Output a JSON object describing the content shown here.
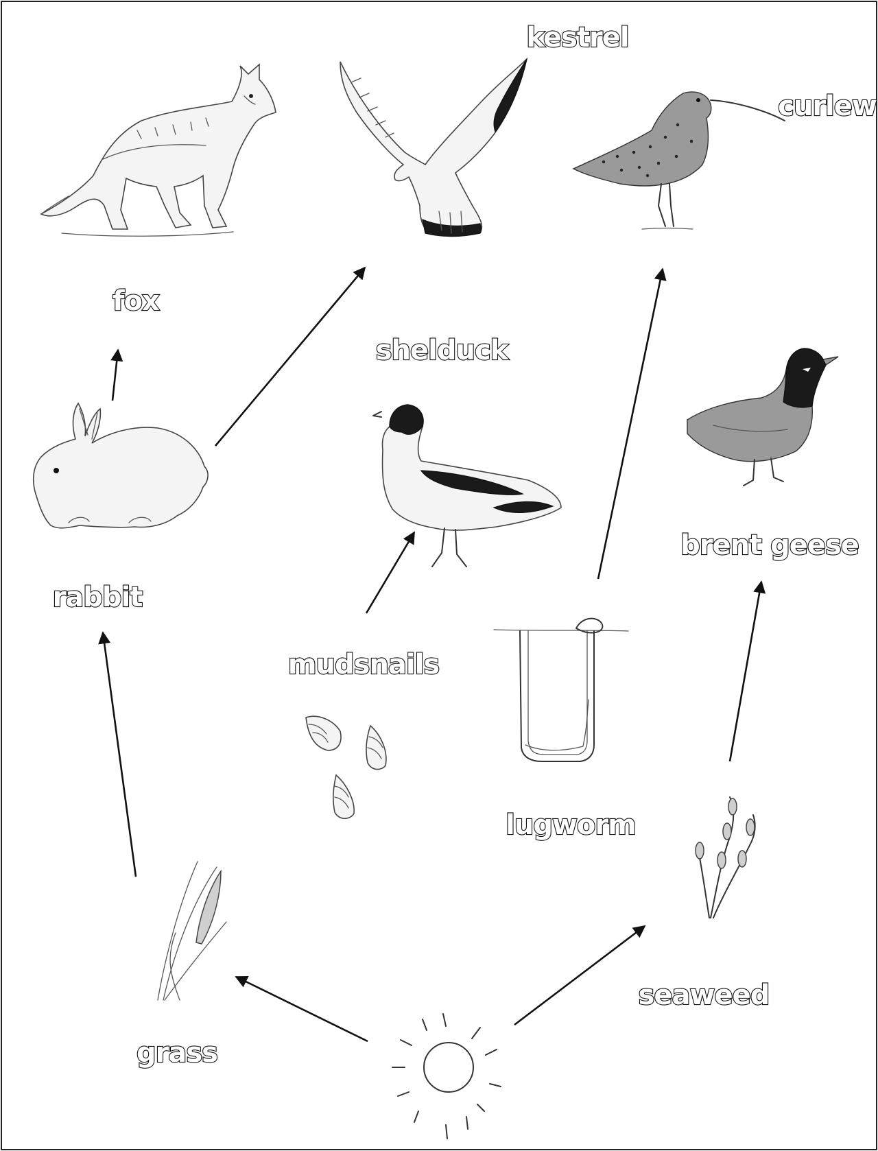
{
  "organisms": [
    {
      "id": "kestrel",
      "label": "kestrel"
    },
    {
      "id": "curlew",
      "label": "curlew"
    },
    {
      "id": "fox",
      "label": "fox"
    },
    {
      "id": "shelduck",
      "label": "shelduck"
    },
    {
      "id": "brent-geese",
      "label": "brent geese"
    },
    {
      "id": "rabbit",
      "label": "rabbit"
    },
    {
      "id": "mudsnails",
      "label": "mudsnails"
    },
    {
      "id": "lugworm",
      "label": "lugworm"
    },
    {
      "id": "grass",
      "label": "grass"
    },
    {
      "id": "seaweed",
      "label": "seaweed"
    },
    {
      "id": "sun",
      "label": ""
    }
  ],
  "links": [
    {
      "from": "sun",
      "to": "grass"
    },
    {
      "from": "sun",
      "to": "seaweed"
    },
    {
      "from": "grass",
      "to": "rabbit"
    },
    {
      "from": "rabbit",
      "to": "fox"
    },
    {
      "from": "rabbit",
      "to": "kestrel"
    },
    {
      "from": "mudsnails",
      "to": "shelduck"
    },
    {
      "from": "lugworm",
      "to": "curlew"
    },
    {
      "from": "seaweed",
      "to": "brent-geese"
    }
  ]
}
